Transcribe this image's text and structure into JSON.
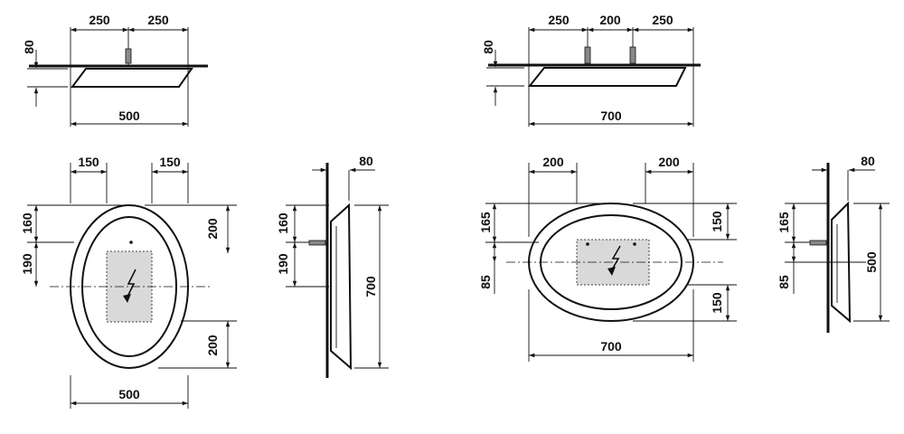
{
  "left_mirror": {
    "top": {
      "spacing_left": "250",
      "spacing_right": "250",
      "depth": "80",
      "width": "500"
    },
    "front": {
      "side_left": "150",
      "side_right": "150",
      "upper": "160",
      "lower": "190",
      "edge_top": "200",
      "edge_bottom": "200",
      "width": "500"
    },
    "side": {
      "depth": "80",
      "upper": "160",
      "lower": "190",
      "height": "700"
    }
  },
  "right_mirror": {
    "top": {
      "spacing_left": "250",
      "spacing_mid": "200",
      "spacing_right": "250",
      "depth": "80",
      "width": "700"
    },
    "front": {
      "side_left": "200",
      "side_right": "200",
      "upper": "165",
      "lower": "85",
      "edge_top": "150",
      "edge_bottom": "150",
      "width": "700"
    },
    "side": {
      "depth": "80",
      "upper": "165",
      "lower": "85",
      "height": "500"
    }
  },
  "colors": {
    "line": "#111111",
    "panel": "#d9d9d9"
  },
  "icons": {
    "power": "lightning-bolt-icon",
    "screw": "screw-icon"
  }
}
